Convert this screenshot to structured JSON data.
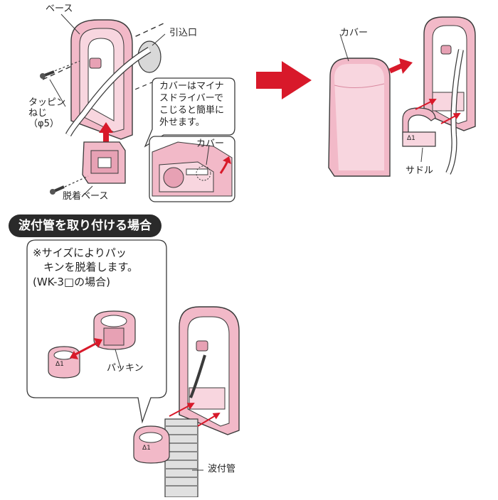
{
  "labels": {
    "base": "ベース",
    "inlet": "引込口",
    "tapping_screw": "タッピン\nねじ\n（φ5）",
    "detach_base": "脱着ベース",
    "cover_top": "カバー",
    "cover_callout": "カバー",
    "saddle": "サドル",
    "packing": "パッキン",
    "corrugated_pipe": "波付管",
    "ring_mark": "Δ1"
  },
  "callout_top": "カバーはマイナ\nスドライバーで\nこじると簡単に\n外せます。",
  "section_title": "波付管を取り付ける場合",
  "callout_bottom": "※サイズによりパッ\n　キンを脱着します。\n(WK-3□の場合)",
  "colors": {
    "pink": "#f2b9c8",
    "pink_dark": "#d98aa0",
    "pink_light": "#f8d6df",
    "arrow_red": "#d8192a",
    "outline": "#3a3a3a",
    "banner_bg": "#2a2a2a"
  },
  "icons": [
    "screw-icon",
    "arrow-icon",
    "curved-arrow-icon"
  ]
}
